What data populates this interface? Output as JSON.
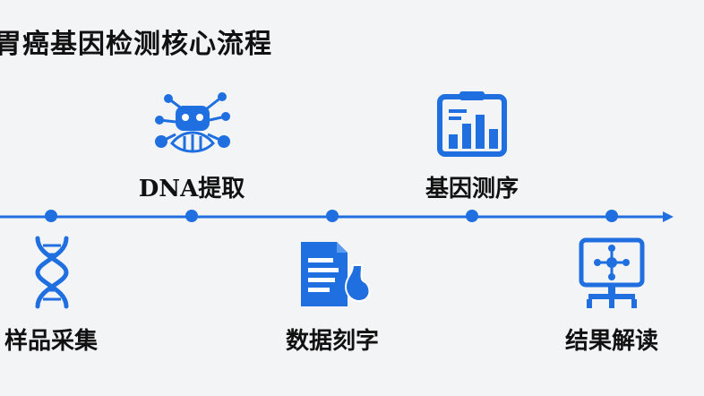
{
  "title": "胃癌基因检测核心流程",
  "colors": {
    "accent": "#1f6fe0",
    "background": "#f3f4f6",
    "text": "#111111"
  },
  "steps": [
    {
      "label": "样品采集",
      "icon": "dna-helix-icon"
    },
    {
      "label": "DNA提取",
      "icon": "robot-molecule-icon"
    },
    {
      "label": "数据刻字",
      "icon": "document-stomach-icon"
    },
    {
      "label": "基因测序",
      "icon": "bar-chart-clipboard-icon"
    },
    {
      "label": "结果解读",
      "icon": "network-monitor-icon"
    }
  ]
}
